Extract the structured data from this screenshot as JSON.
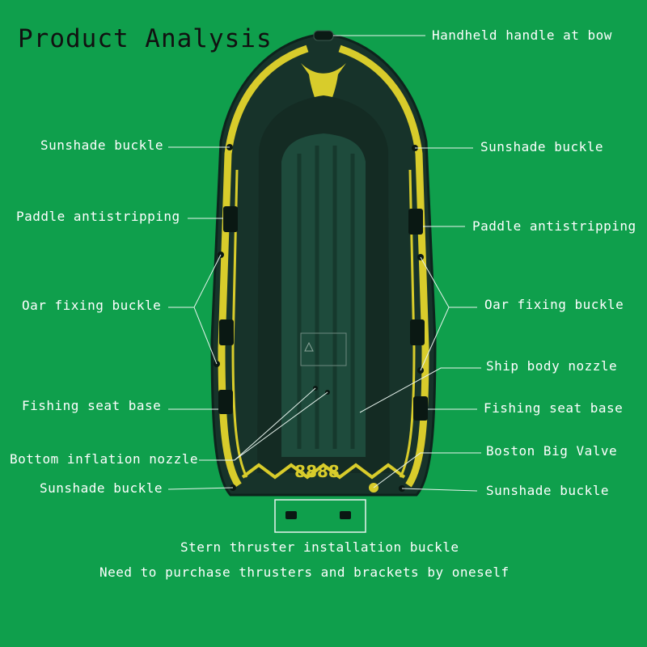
{
  "title": "Product Analysis",
  "colors": {
    "background": "#0f9f4c",
    "hull": "#17332a",
    "accent": "#d8cc2b",
    "floor": "#1e4b3c",
    "label_text": "#ffffff",
    "title_text": "#111111"
  },
  "hull_number": "8888",
  "labels": {
    "handle_bow": "Handheld handle at bow",
    "sunshade_tl": "Sunshade buckle",
    "sunshade_tr": "Sunshade buckle",
    "paddle_l": "Paddle antistripping",
    "paddle_r": "Paddle antistripping",
    "oar_l": "Oar fixing buckle",
    "oar_r": "Oar fixing buckle",
    "ship_nozzle": "Ship body nozzle",
    "seat_l": "Fishing seat base",
    "seat_r": "Fishing seat base",
    "bottom_nozzle": "Bottom inflation nozzle",
    "boston_valve": "Boston Big Valve",
    "sunshade_bl": "Sunshade buckle",
    "sunshade_br": "Sunshade buckle",
    "stern": "Stern thruster installation buckle",
    "note": "Need to purchase thrusters and brackets by oneself"
  }
}
